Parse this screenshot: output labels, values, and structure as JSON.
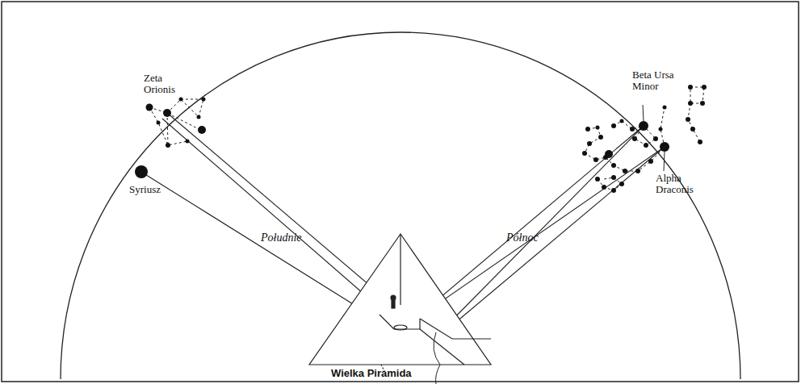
{
  "diagram": {
    "labels": [
      "Zeta Orionis",
      "Syriusz",
      "Beta Ursa Minor",
      "Alpha Draconis",
      "Południe",
      "Północ",
      "Wielka Piramida"
    ]
  }
}
